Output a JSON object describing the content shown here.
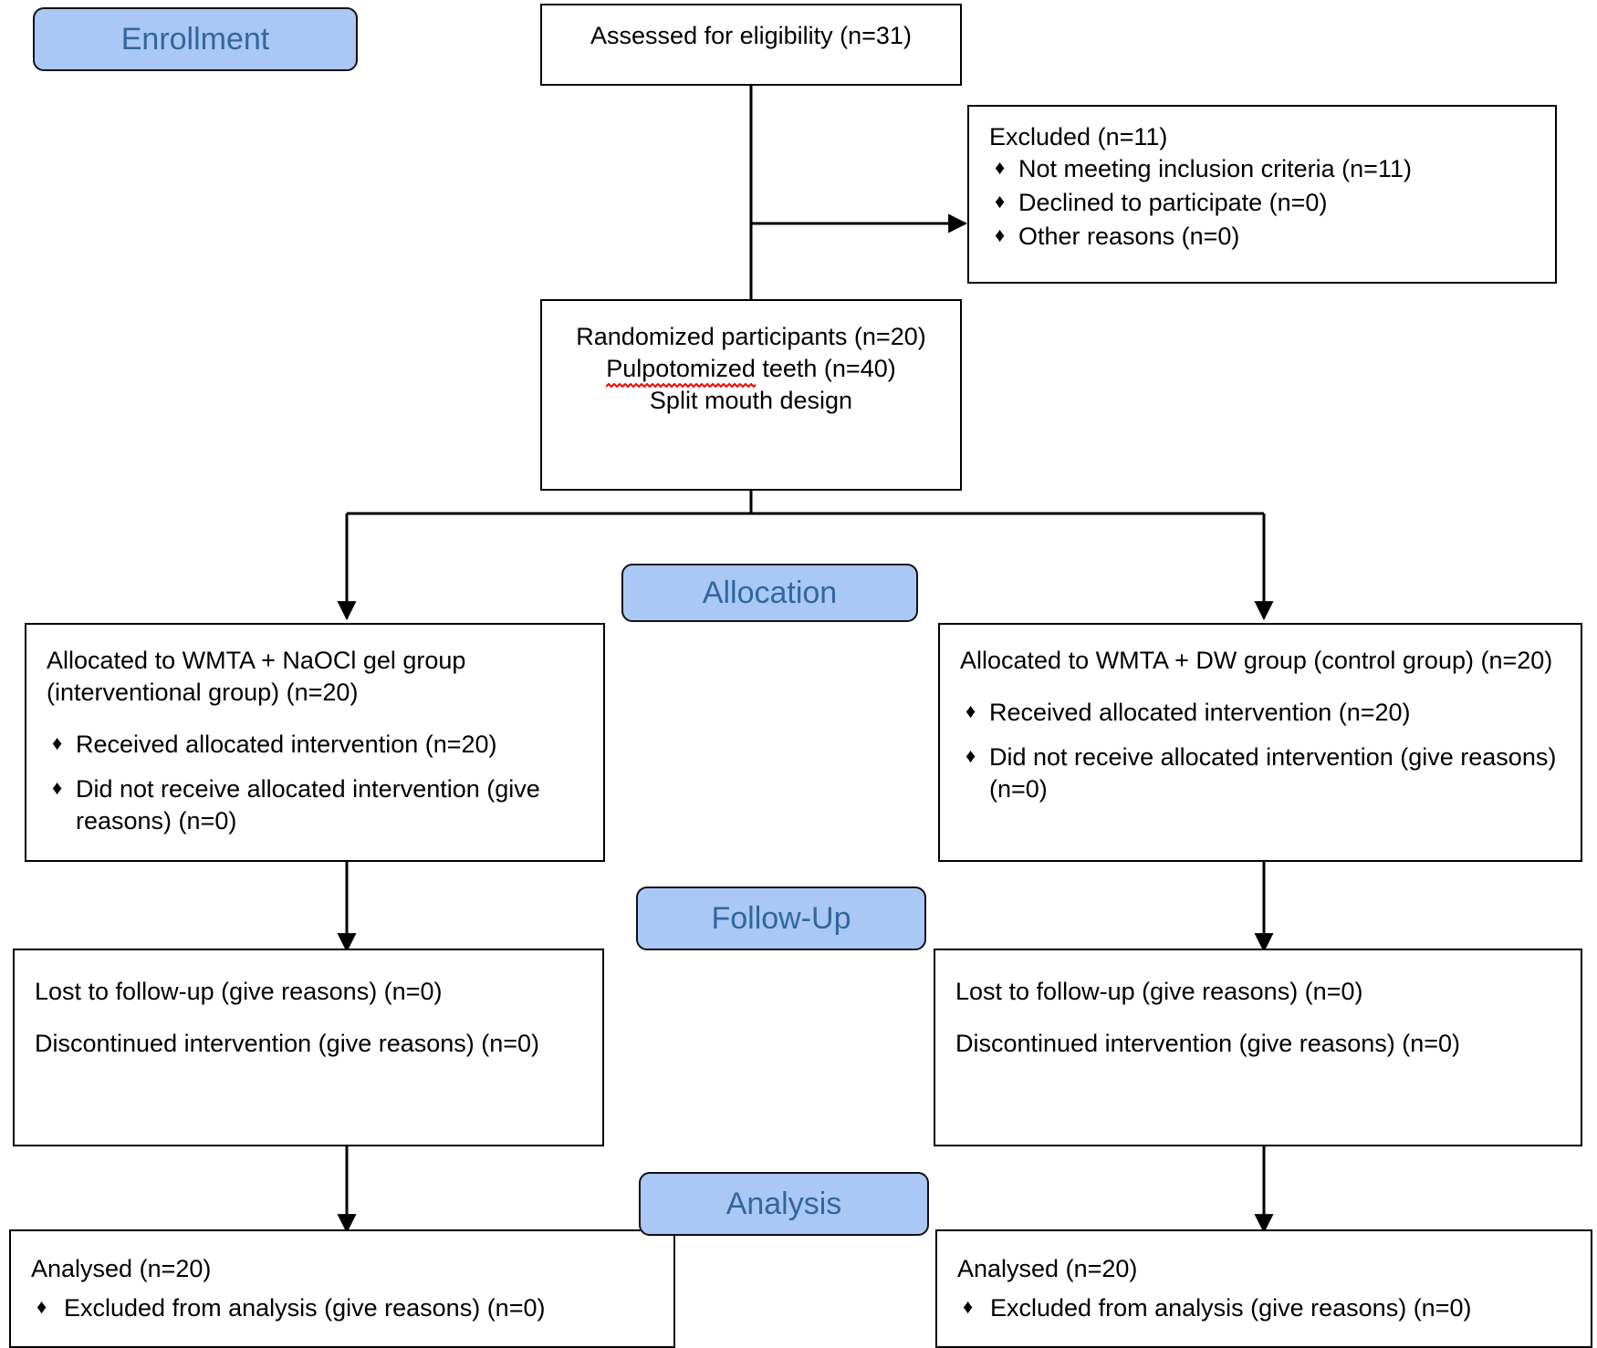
{
  "diagram": {
    "title": "CONSORT participant flow diagram",
    "colors": {
      "stage_fill": "#aac8f5",
      "stage_text": "#31679e",
      "stage_border": "#111111",
      "box_border": "#000000",
      "box_fill": "#ffffff",
      "text": "#000000",
      "spellcheck_underline": "#ff0000"
    }
  },
  "stages": {
    "enrollment": "Enrollment",
    "allocation": "Allocation",
    "followup": "Follow-Up",
    "analysis": "Analysis"
  },
  "nodes": {
    "assessed": {
      "text": "Assessed for eligibility (n=31)"
    },
    "excluded": {
      "heading": "Excluded (n=11)",
      "bullet_glyph": "♦",
      "items": [
        "Not meeting inclusion criteria (n=11)",
        "Declined to participate (n=0)",
        "Other reasons (n=0)"
      ]
    },
    "randomized": {
      "lines": [
        "Randomized participants (n=20)",
        "Pulpotomized teeth (n=40)",
        "Split mouth design"
      ],
      "misspelled_word": "Pulpotomized"
    },
    "alloc_left": {
      "heading": "Allocated to WMTA + NaOCl gel group (interventional group) (n=20)",
      "bullet_glyph": "♦",
      "items": [
        "Received allocated intervention (n=20)",
        "Did not receive allocated intervention (give reasons) (n=0)"
      ]
    },
    "alloc_right": {
      "heading": "Allocated to WMTA + DW group (control group) (n=20)",
      "bullet_glyph": "♦",
      "items": [
        "Received allocated intervention (n=20)",
        "Did not receive allocated intervention (give reasons) (n=0)"
      ]
    },
    "followup_left": {
      "lines": [
        "Lost to follow-up (give reasons) (n=0)",
        "Discontinued intervention (give reasons) (n=0)"
      ]
    },
    "followup_right": {
      "lines": [
        "Lost to follow-up (give reasons) (n=0)",
        "Discontinued intervention (give reasons) (n=0)"
      ]
    },
    "analysis_left": {
      "heading": "Analysed (n=20)",
      "bullet_glyph": "♦",
      "items": [
        "Excluded from analysis (give reasons) (n=0)"
      ]
    },
    "analysis_right": {
      "heading": "Analysed (n=20)",
      "bullet_glyph": "♦",
      "items": [
        "Excluded from analysis (give reasons) (n=0)"
      ]
    }
  }
}
